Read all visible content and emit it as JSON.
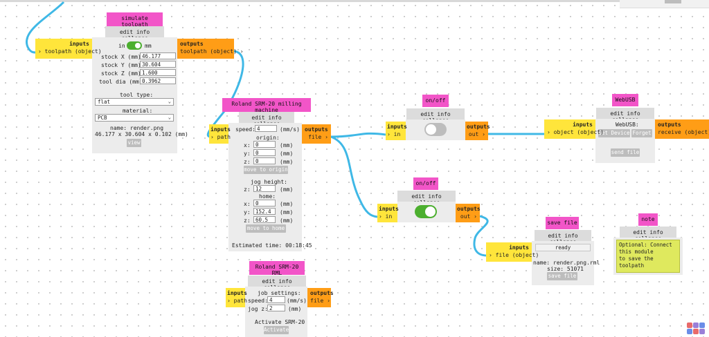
{
  "labels": {
    "inputs": "inputs",
    "outputs": "outputs",
    "edit_info_collapse": "edit info collapse"
  },
  "simulate": {
    "title": "simulate toolpath",
    "input_port": "toolpath (object)",
    "output_port": "toolpath (object)",
    "unit_in": "in",
    "unit_mm": "mm",
    "stock_x_label": "stock X (mm):",
    "stock_x": "46.177",
    "stock_y_label": "stock Y (mm):",
    "stock_y": "30.604",
    "stock_z_label": "stock Z (mm):",
    "stock_z": "1.600",
    "tool_dia_label": "tool dia (mm):",
    "tool_dia": "0.3962",
    "tool_type_label": "tool type:",
    "tool_type": "flat",
    "material_label": "material:",
    "material": "PCB",
    "name_line": "name: render.png",
    "dims_line": "46.177 x 30.604 x 0.102 (mm)",
    "view_button": "view"
  },
  "milling": {
    "title": "Roland SRM-20 milling machine",
    "input_port": "path",
    "output_port": "file",
    "speed_label": "speed:",
    "speed": "4",
    "speed_unit": "(mm/s)",
    "origin_label": "origin:",
    "origin_x": "0",
    "origin_y": "0",
    "origin_z": "0",
    "x_label": "x:",
    "y_label": "y:",
    "z_label": "z:",
    "mm_unit": "(mm)",
    "move_to_origin": "move to origin",
    "jog_height_label": "jog height:",
    "jog_z": "12",
    "home_label": "home:",
    "home_x": "0",
    "home_y": "152.4",
    "home_z": "60.5",
    "move_to_home": "move to home",
    "estimated_time": "Estimated time: 00:18:45"
  },
  "rml": {
    "title": "Roland SRM-20 RML",
    "input_port": "path",
    "output_port": "file",
    "job_settings_label": "job settings:",
    "speed_label": "speed:",
    "speed": "4",
    "speed_unit": "(mm/s)",
    "jog_z_label": "jog z:",
    "jog_z": "2",
    "jog_unit": "(mm)",
    "activate_label": "Activate SRM-20",
    "activate_button": "Activate"
  },
  "onoff1": {
    "title": "on/off",
    "input_port": "in",
    "output_port": "out",
    "state": "off"
  },
  "onoff2": {
    "title": "on/off",
    "input_port": "in",
    "output_port": "out",
    "state": "on"
  },
  "webusb": {
    "title": "WebUSB",
    "input_port": "object (object)",
    "output_port": "receive (object)",
    "label": "WebUSB:",
    "get_device": "Get Device",
    "forget": "Forget",
    "send_file": "send file"
  },
  "savefile": {
    "title": "save file",
    "input_port": "file (object)",
    "status": "ready",
    "name_line": "name: render.png.rml",
    "size_line": "size: 51071",
    "save_button": "save file"
  },
  "note": {
    "title": "note",
    "text": "Optional: Connect this module\nto save the toolpath"
  },
  "colors": {
    "title_pink": "#f255c8",
    "inputs_yellow": "#ffe53b",
    "outputs_orange": "#ff9d16",
    "wire_blue": "#3fb8e6",
    "toggle_green": "#4caf2f",
    "note_yellow": "#dfe95e"
  }
}
